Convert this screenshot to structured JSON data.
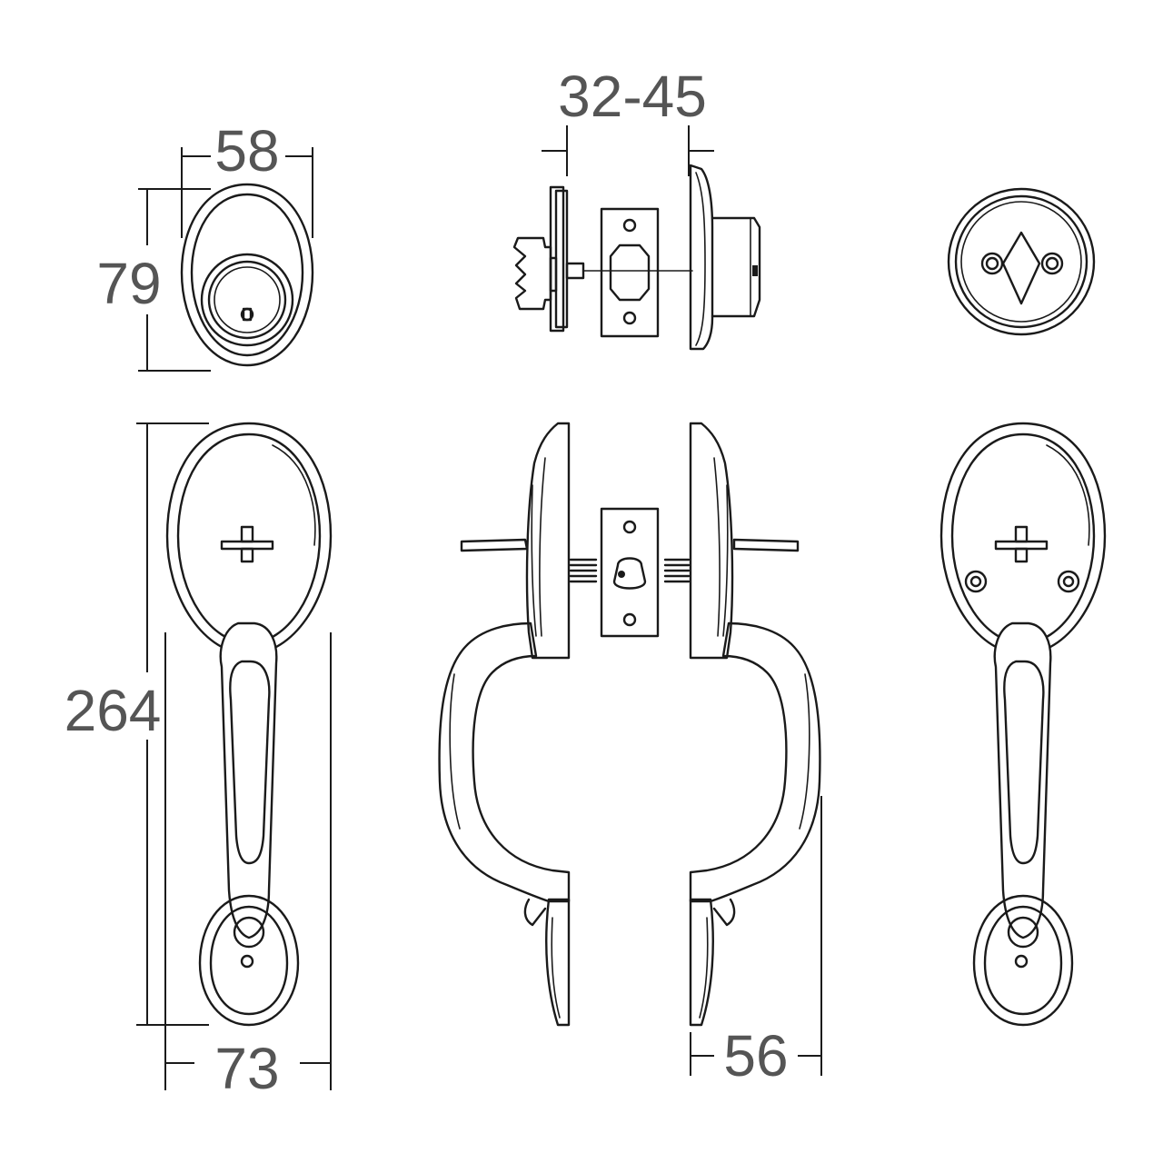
{
  "dimensions": {
    "deadbolt_width": "58",
    "deadbolt_height": "79",
    "door_thickness": "32-45",
    "handleset_height": "264",
    "handleset_width": "73",
    "handle_projection": "56"
  }
}
